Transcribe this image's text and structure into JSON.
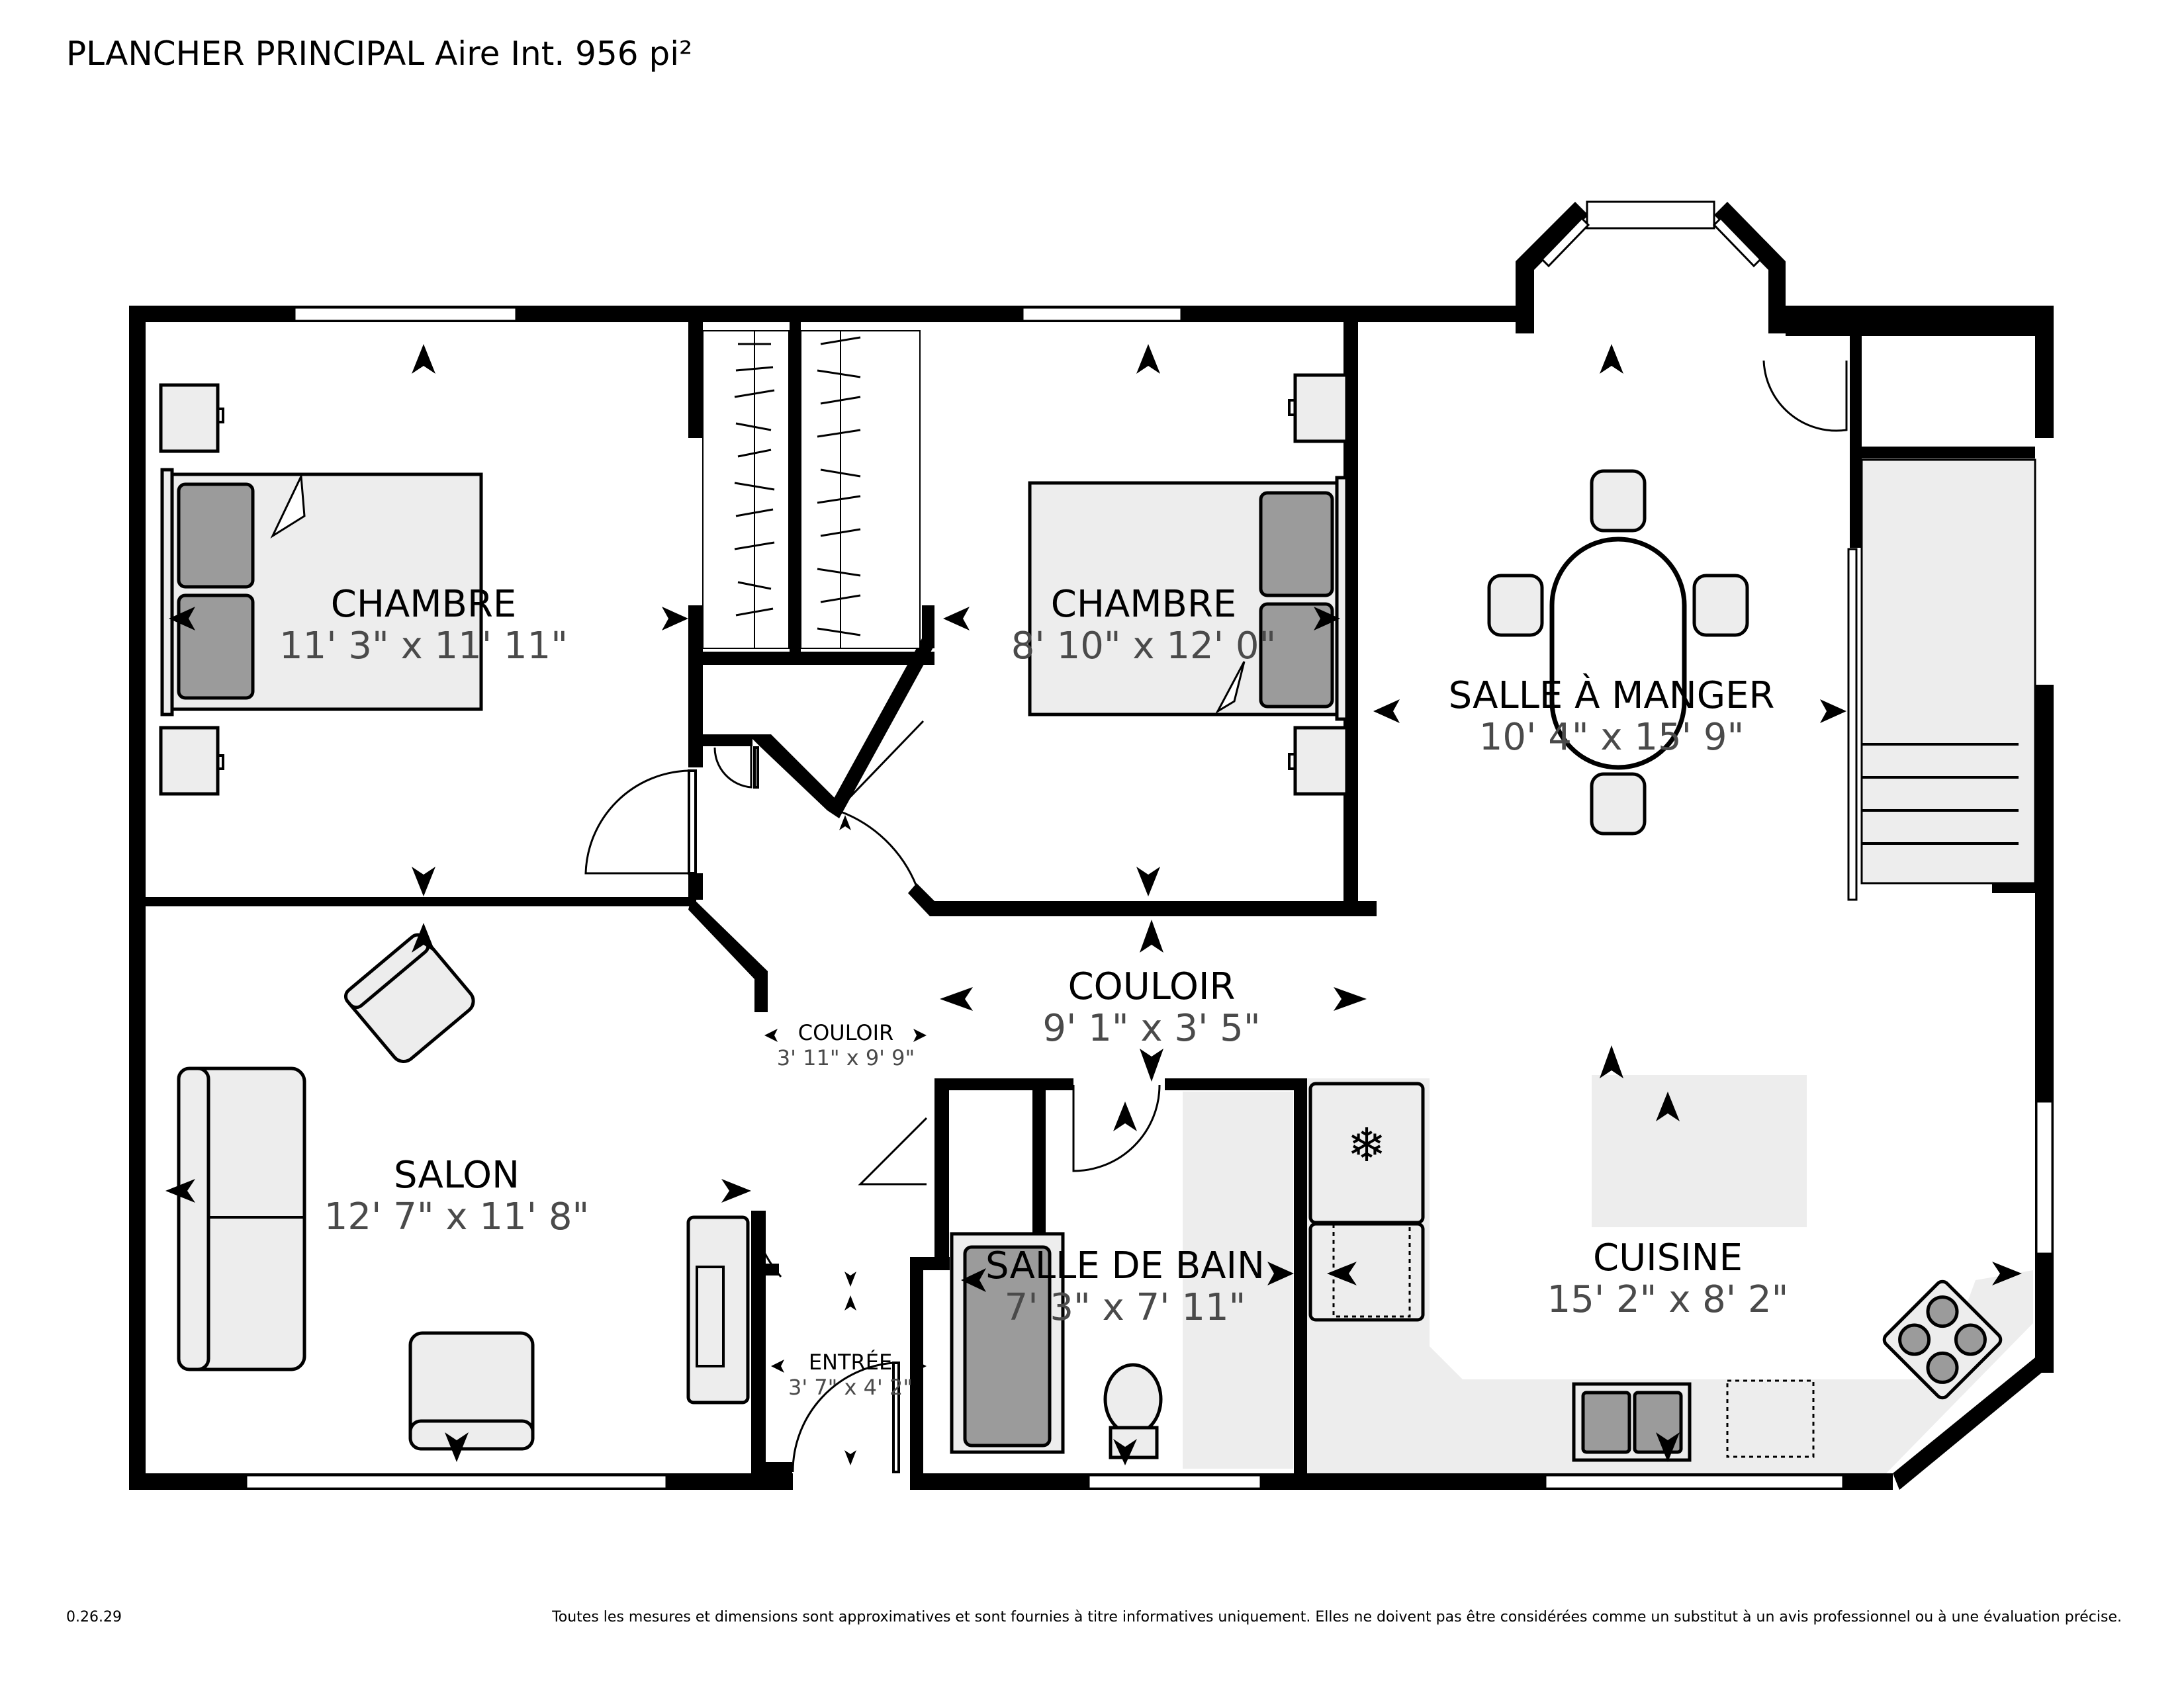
{
  "header": {
    "title": "PLANCHER PRINCIPAL Aire Int. 956 pi²"
  },
  "footer": {
    "version": "0.26.29",
    "disclaimer": "Toutes les mesures et dimensions sont approximatives et sont fournies à titre informatives uniquement. Elles ne doivent pas être considérées comme un substitut à un avis professionnel ou à une évaluation précise."
  },
  "rooms": {
    "chambre1": {
      "name": "CHAMBRE",
      "dims": "11' 3\" x 11' 11\""
    },
    "chambre2": {
      "name": "CHAMBRE",
      "dims": "8' 10\" x 12' 0\""
    },
    "salle_a_manger": {
      "name": "SALLE À MANGER",
      "dims": "10' 4\" x 15' 9\""
    },
    "couloir_main": {
      "name": "COULOIR",
      "dims": "9' 1\" x 3' 5\""
    },
    "couloir_small": {
      "name": "COULOIR",
      "dims": "3' 11\" x 9' 9\""
    },
    "salon": {
      "name": "SALON",
      "dims": "12' 7\" x 11' 8\""
    },
    "salle_de_bain": {
      "name": "SALLE DE BAIN",
      "dims": "7' 3\" x 7' 11\""
    },
    "cuisine": {
      "name": "CUISINE",
      "dims": "15' 2\" x 8' 2\""
    },
    "entree": {
      "name": "ENTRÉE",
      "dims": "3' 7\" x 4' 2\""
    }
  }
}
